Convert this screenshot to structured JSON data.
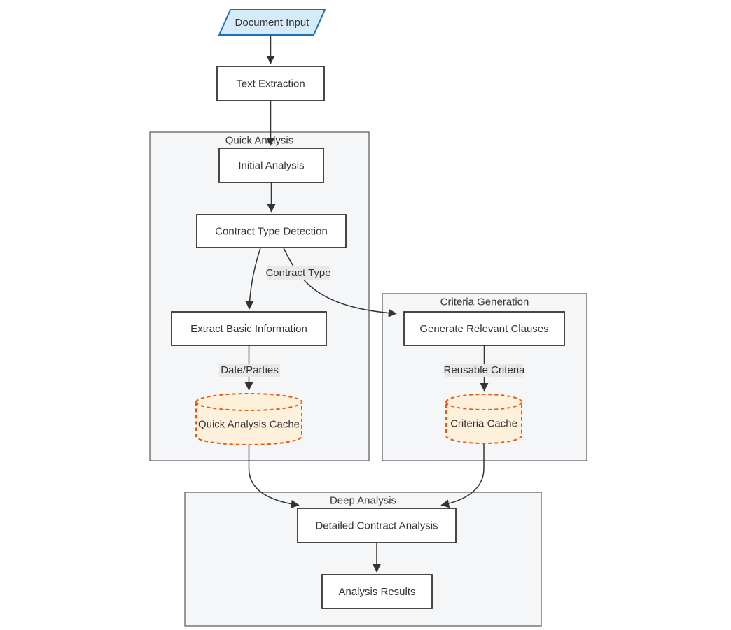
{
  "diagram": {
    "type": "flowchart",
    "direction": "top-down",
    "nodes": {
      "document_input": {
        "label": "Document Input",
        "shape": "parallelogram"
      },
      "text_extraction": {
        "label": "Text Extraction",
        "shape": "rect"
      },
      "initial_analysis": {
        "label": "Initial Analysis",
        "shape": "rect"
      },
      "contract_type_detection": {
        "label": "Contract Type Detection",
        "shape": "rect"
      },
      "extract_basic_information": {
        "label": "Extract Basic Information",
        "shape": "rect"
      },
      "quick_analysis_cache": {
        "label": "Quick Analysis Cache",
        "shape": "cylinder"
      },
      "generate_relevant_clauses": {
        "label": "Generate Relevant Clauses",
        "shape": "rect"
      },
      "criteria_cache": {
        "label": "Criteria Cache",
        "shape": "cylinder"
      },
      "detailed_contract_analysis": {
        "label": "Detailed Contract Analysis",
        "shape": "rect"
      },
      "analysis_results": {
        "label": "Analysis Results",
        "shape": "rect"
      }
    },
    "subgraphs": {
      "quick_analysis": {
        "label": "Quick Analysis"
      },
      "criteria_generation": {
        "label": "Criteria Generation"
      },
      "deep_analysis": {
        "label": "Deep Analysis"
      }
    },
    "edges": [
      {
        "from": "document_input",
        "to": "text_extraction",
        "label": ""
      },
      {
        "from": "text_extraction",
        "to": "initial_analysis",
        "label": ""
      },
      {
        "from": "initial_analysis",
        "to": "contract_type_detection",
        "label": ""
      },
      {
        "from": "contract_type_detection",
        "to": "extract_basic_information",
        "label": ""
      },
      {
        "from": "contract_type_detection",
        "to": "generate_relevant_clauses",
        "label": "Contract Type"
      },
      {
        "from": "extract_basic_information",
        "to": "quick_analysis_cache",
        "label": "Date/Parties"
      },
      {
        "from": "generate_relevant_clauses",
        "to": "criteria_cache",
        "label": "Reusable Criteria"
      },
      {
        "from": "quick_analysis_cache",
        "to": "detailed_contract_analysis",
        "label": ""
      },
      {
        "from": "criteria_cache",
        "to": "detailed_contract_analysis",
        "label": ""
      },
      {
        "from": "detailed_contract_analysis",
        "to": "analysis_results",
        "label": ""
      }
    ],
    "colors": {
      "background": "#ffffff",
      "node_fill": "#ffffff",
      "node_stroke": "#333333",
      "io_fill": "#d6ebf8",
      "io_stroke": "#1f70b8",
      "cache_fill": "#fdf1dc",
      "cache_stroke": "#e8590c",
      "cluster_fill": "#f5f6f8",
      "cluster_stroke": "#55555c",
      "edge": "#333333",
      "edge_label_bg": "#e8e8e8",
      "text": "#333333"
    }
  }
}
